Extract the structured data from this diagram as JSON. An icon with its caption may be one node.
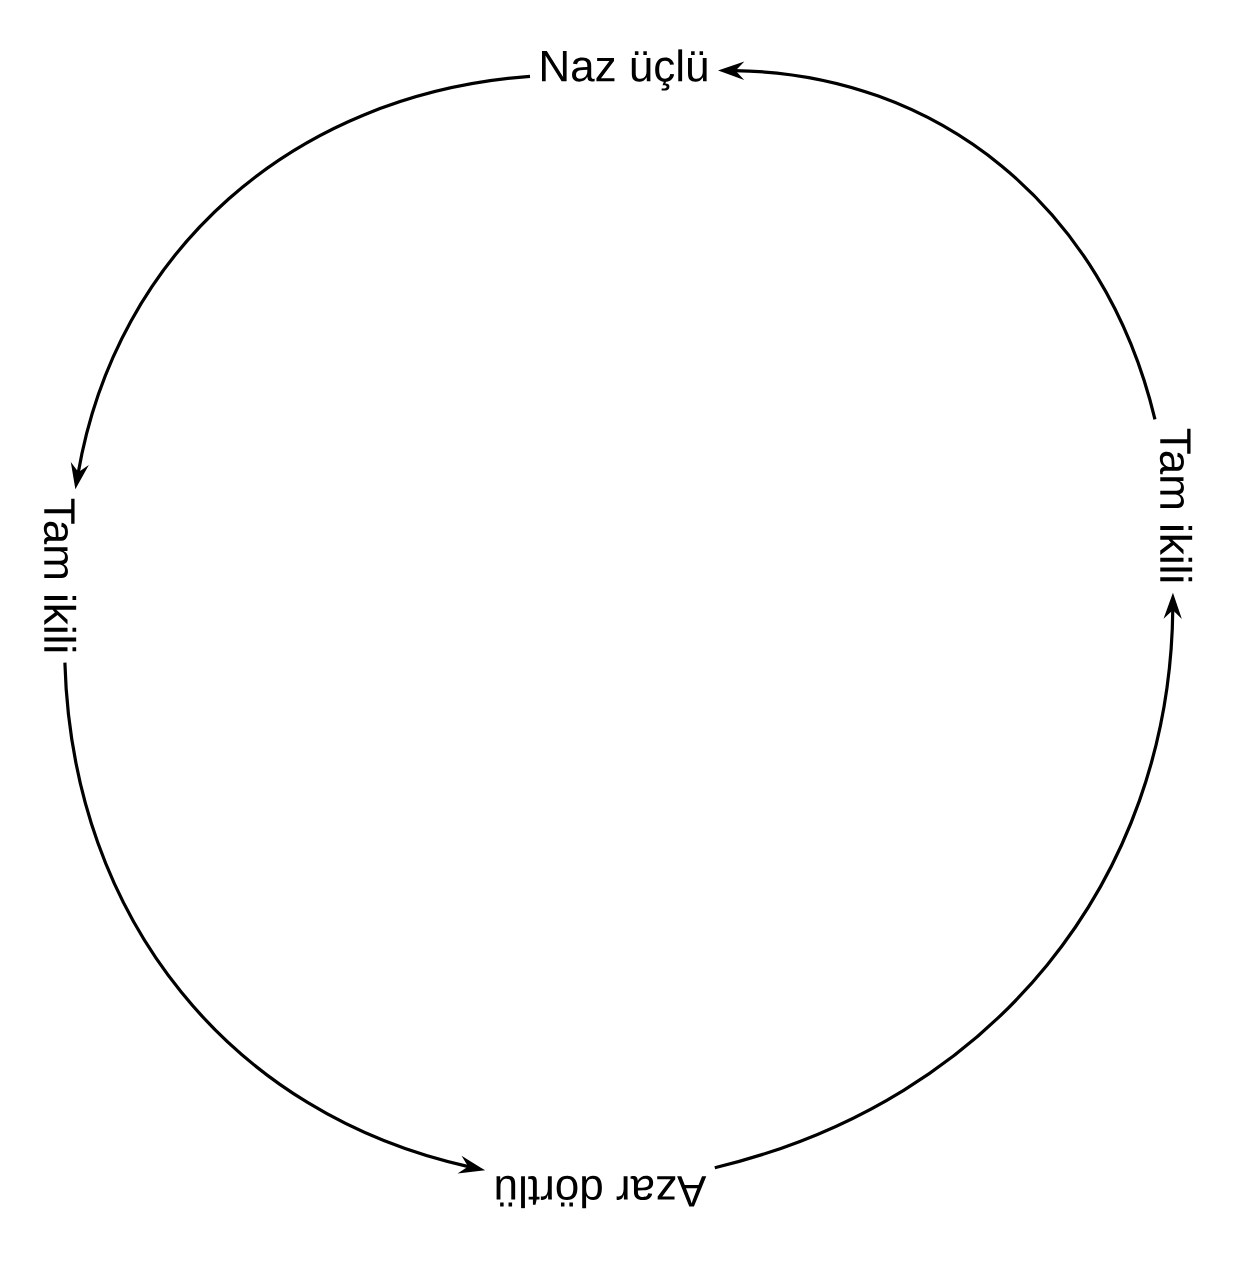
{
  "diagram": {
    "nodes": [
      {
        "text": [
          "Naz üçlü"
        ]
      },
      {
        "text": [
          "Tam ikili"
        ]
      },
      {
        "text": [
          "Azar dörtlü"
        ]
      },
      {
        "text": [
          "Tam ikili"
        ]
      }
    ],
    "edges": [
      {
        "from": 0,
        "to": 1,
        "arrow": "to"
      },
      {
        "from": 1,
        "to": 2,
        "arrow": "to"
      },
      {
        "from": 2,
        "to": 3,
        "arrow": "to"
      },
      {
        "from": 3,
        "to": 0,
        "arrow": "to"
      }
    ]
  }
}
